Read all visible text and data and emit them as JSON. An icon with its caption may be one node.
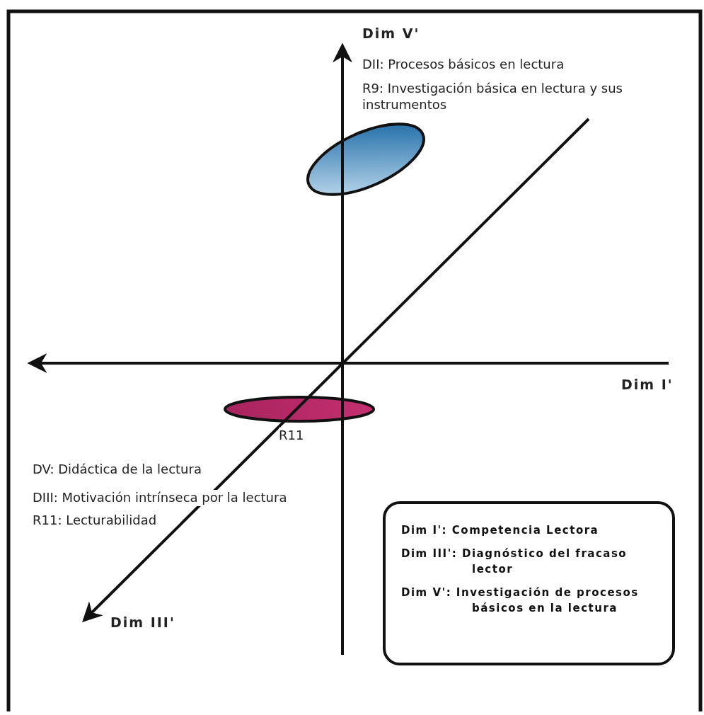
{
  "diagram": {
    "nodes": [
      {
        "text": [],
        "shape": "ellipse"
      },
      {
        "text": [],
        "shape": "ellipse",
        "beside": [
          "R11"
        ]
      },
      {
        "text": [
          "Dim I': Competencia Lectora",
          "Dim III': Diagnóstico del fracaso lector",
          "Dim V': Investigación de procesos básicos en la lectura"
        ]
      }
    ],
    "labels": [
      "Dim V'",
      "DII: Procesos básicos en lectura",
      "R9: Investigación básica en lectura y sus instrumentos",
      "Dim I'",
      "DV: Didáctica de la lectura",
      "DIII: Motivación intrínseca por la lectura",
      "R11: Lecturabilidad",
      "Dim III'"
    ]
  }
}
